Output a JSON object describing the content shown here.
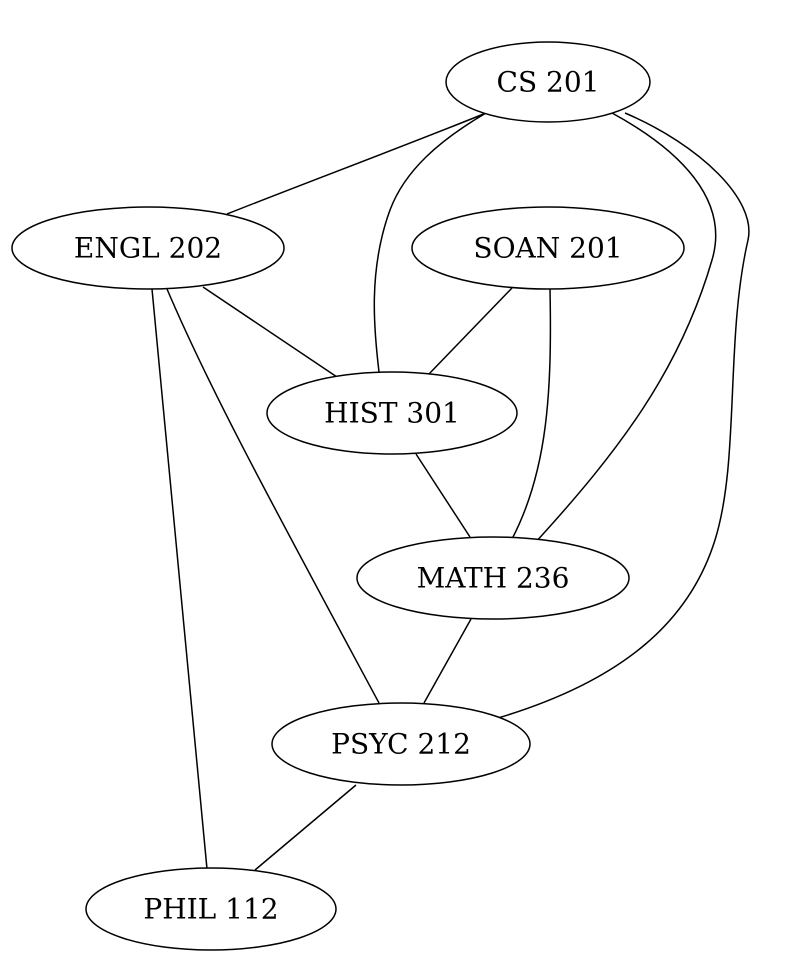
{
  "diagram": {
    "type": "undirected-graph",
    "nodes": [
      {
        "id": "cs201",
        "label": "CS 201"
      },
      {
        "id": "engl202",
        "label": "ENGL 202"
      },
      {
        "id": "soan201",
        "label": "SOAN 201"
      },
      {
        "id": "hist301",
        "label": "HIST 301"
      },
      {
        "id": "math236",
        "label": "MATH 236"
      },
      {
        "id": "psyc212",
        "label": "PSYC 212"
      },
      {
        "id": "phil112",
        "label": "PHIL 112"
      }
    ],
    "edges": [
      {
        "from": "cs201",
        "to": "engl202"
      },
      {
        "from": "cs201",
        "to": "hist301"
      },
      {
        "from": "cs201",
        "to": "math236"
      },
      {
        "from": "cs201",
        "to": "psyc212"
      },
      {
        "from": "engl202",
        "to": "hist301"
      },
      {
        "from": "engl202",
        "to": "psyc212"
      },
      {
        "from": "engl202",
        "to": "phil112"
      },
      {
        "from": "soan201",
        "to": "hist301"
      },
      {
        "from": "soan201",
        "to": "math236"
      },
      {
        "from": "hist301",
        "to": "math236"
      },
      {
        "from": "math236",
        "to": "psyc212"
      },
      {
        "from": "psyc212",
        "to": "phil112"
      }
    ]
  }
}
